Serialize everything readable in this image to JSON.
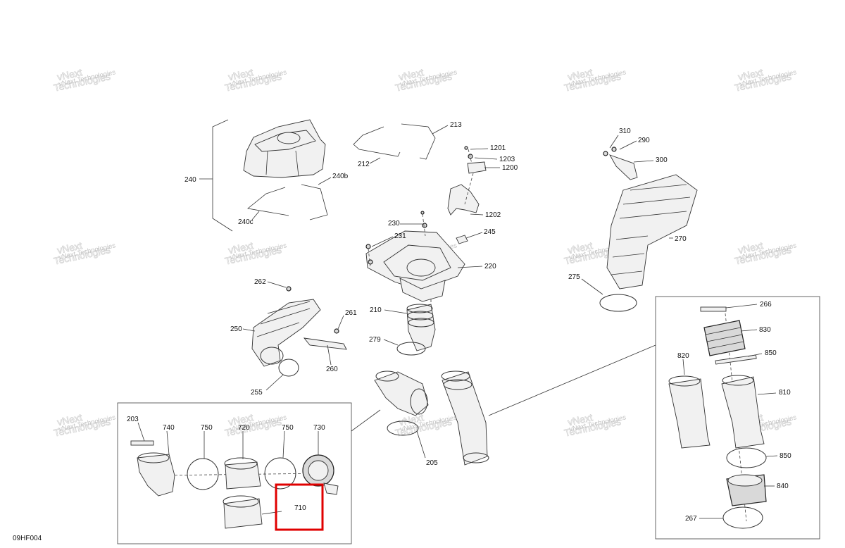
{
  "figure_code": "09HF004",
  "watermark": {
    "line1": "vNext",
    "line2": "Technologies",
    "full": "vNext Technologies"
  },
  "highlight": {
    "part": "710",
    "color": "#e00000"
  },
  "labels": {
    "l240": "240",
    "l240b": "240b",
    "l240c": "240c",
    "l212": "212",
    "l213": "213",
    "l1201": "1201",
    "l1203": "1203",
    "l1200": "1200",
    "l1202": "1202",
    "l230": "230",
    "l231": "231",
    "l245": "245",
    "l220": "220",
    "l210": "210",
    "l279": "279",
    "l205": "205",
    "l310": "310",
    "l290": "290",
    "l300": "300",
    "l270": "270",
    "l275": "275",
    "l262": "262",
    "l261": "261",
    "l250": "250",
    "l260": "260",
    "l255": "255",
    "l203": "203",
    "l740": "740",
    "l750a": "750",
    "l720": "720",
    "l750b": "750",
    "l730": "730",
    "l710": "710",
    "l266": "266",
    "l830": "830",
    "l850a": "850",
    "l820": "820",
    "l810": "810",
    "l850b": "850",
    "l840": "840",
    "l267": "267"
  }
}
